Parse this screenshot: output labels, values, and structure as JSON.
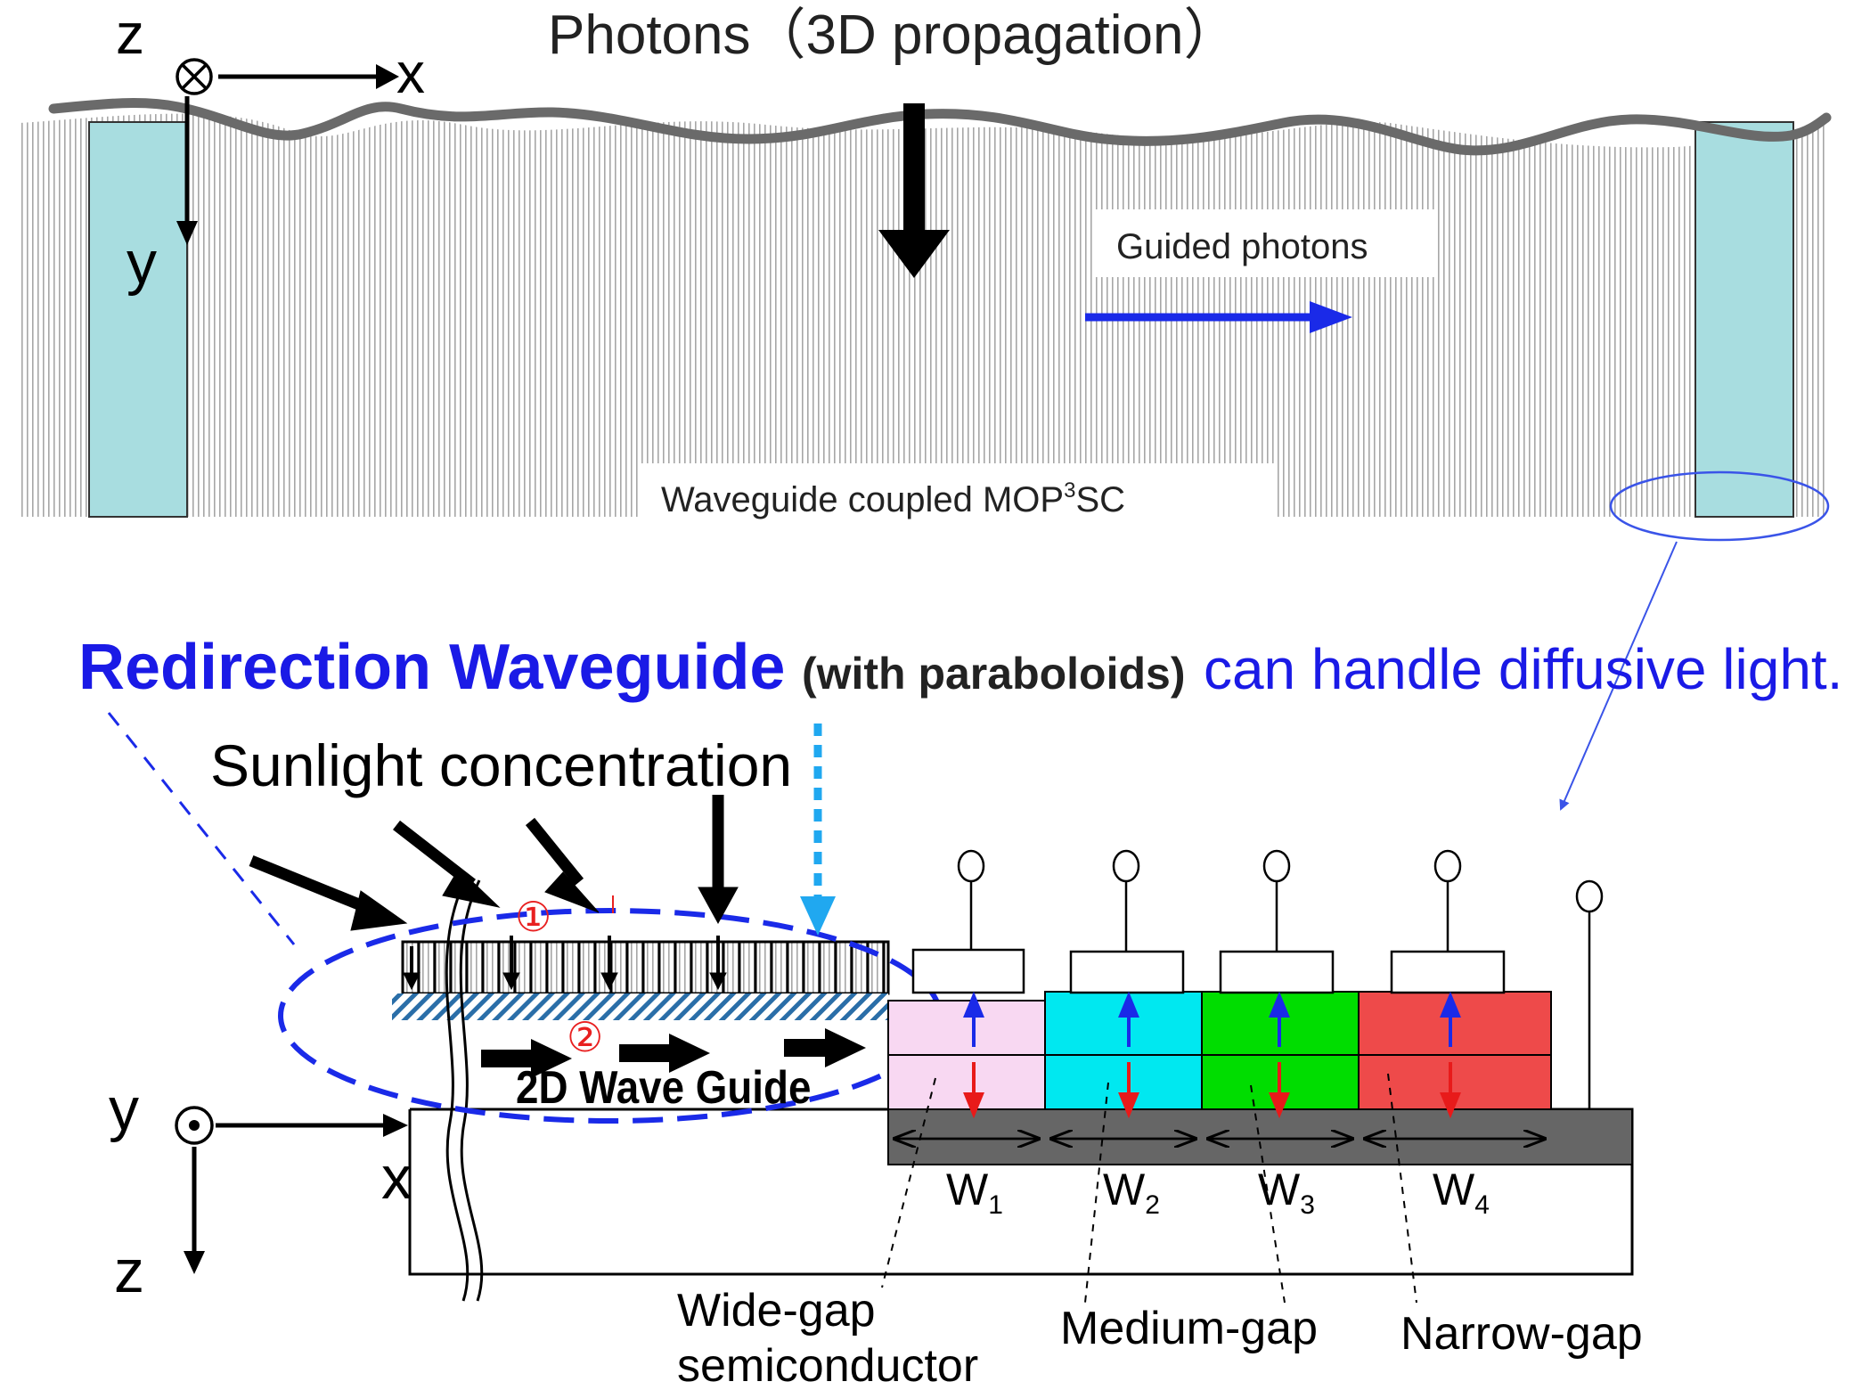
{
  "top_panel": {
    "title": "Photons（3D propagation）",
    "guided_label": "Guided photons",
    "caption_main": "Waveguide coupled MOP",
    "caption_sup": "3",
    "caption_tail": "SC",
    "axis_z": "z",
    "axis_x": "x",
    "axis_y": "y"
  },
  "bottom_panel": {
    "heading_bold": "Redirection Waveguide",
    "heading_paren": "(with paraboloids)",
    "heading_tail": "can handle diffusive light.",
    "sunlight_label": "Sunlight concentration",
    "waveguide_label": "2D Wave Guide",
    "marker_1": "①",
    "marker_2": "②",
    "axis_y": "y",
    "axis_x": "x",
    "axis_z": "z",
    "widths": [
      {
        "main": "W",
        "sub": "1"
      },
      {
        "main": "W",
        "sub": "2"
      },
      {
        "main": "W",
        "sub": "3"
      },
      {
        "main": "W",
        "sub": "4"
      }
    ],
    "labels": {
      "wide_gap_line1": "Wide-gap",
      "wide_gap_line2": "semiconductor",
      "medium_gap": "Medium-gap",
      "narrow_gap": "Narrow-gap"
    }
  },
  "colors": {
    "teal_edge": "#a8dde0",
    "cell_pink": "#f8d8f2",
    "cell_cyan": "#00e8f0",
    "cell_green": "#00dd00",
    "cell_red": "#ee4a4a",
    "heading_blue": "#1a1ae6",
    "arrow_blue": "#1a2ae8",
    "dash_cyan": "#20a8f0",
    "substrate_gray": "#666666"
  }
}
